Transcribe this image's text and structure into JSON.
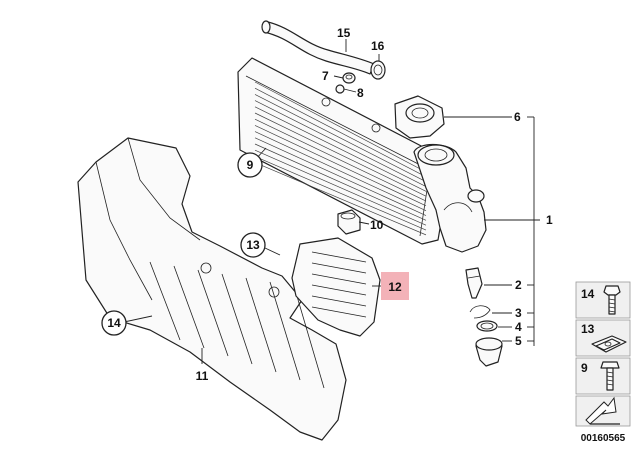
{
  "callouts": {
    "c1": "1",
    "c2": "2",
    "c3": "3",
    "c4": "4",
    "c5": "5",
    "c6": "6",
    "c7": "7",
    "c8": "8",
    "c9": "9",
    "c10": "10",
    "c11": "11",
    "c12": "12",
    "c13": "13",
    "c14": "14",
    "c15": "15",
    "c16": "16"
  },
  "legend": {
    "item14": "14",
    "item13": "13",
    "item9": "9"
  },
  "diagram_id": "00160565",
  "colors": {
    "highlight": "#f3b2b8",
    "line": "#222222",
    "panel": "#f0f0f0"
  }
}
